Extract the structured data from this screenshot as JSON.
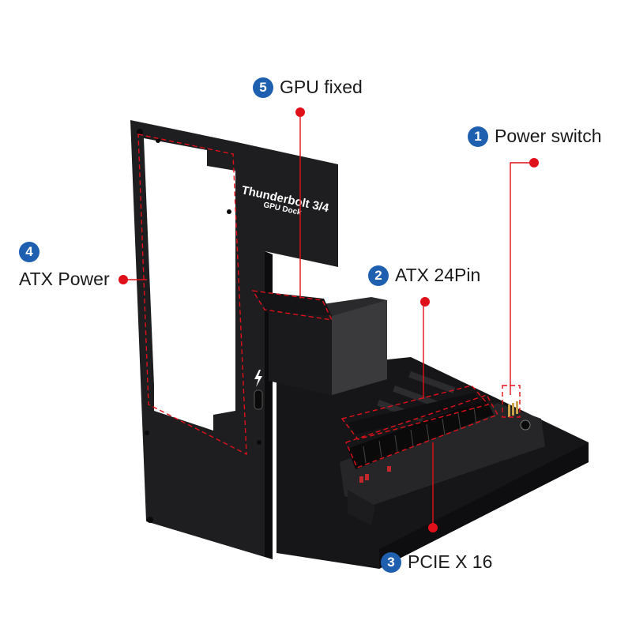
{
  "product": {
    "plate_text_line1": "Thunderbolt 3/4",
    "plate_text_line2": "GPU Dock"
  },
  "callouts": [
    {
      "number": "1",
      "label": "Power switch"
    },
    {
      "number": "2",
      "label": "ATX 24Pin"
    },
    {
      "number": "3",
      "label": "PCIE X 16"
    },
    {
      "number": "4",
      "label": "ATX Power"
    },
    {
      "number": "5",
      "label": "GPU fixed"
    }
  ],
  "colors": {
    "badge": "#1f5fb0",
    "leader_line": "#e0101a",
    "chassis": "#1c1c1e",
    "pcb": "#2a2a2a"
  },
  "icons": [
    "thunderbolt-icon"
  ]
}
